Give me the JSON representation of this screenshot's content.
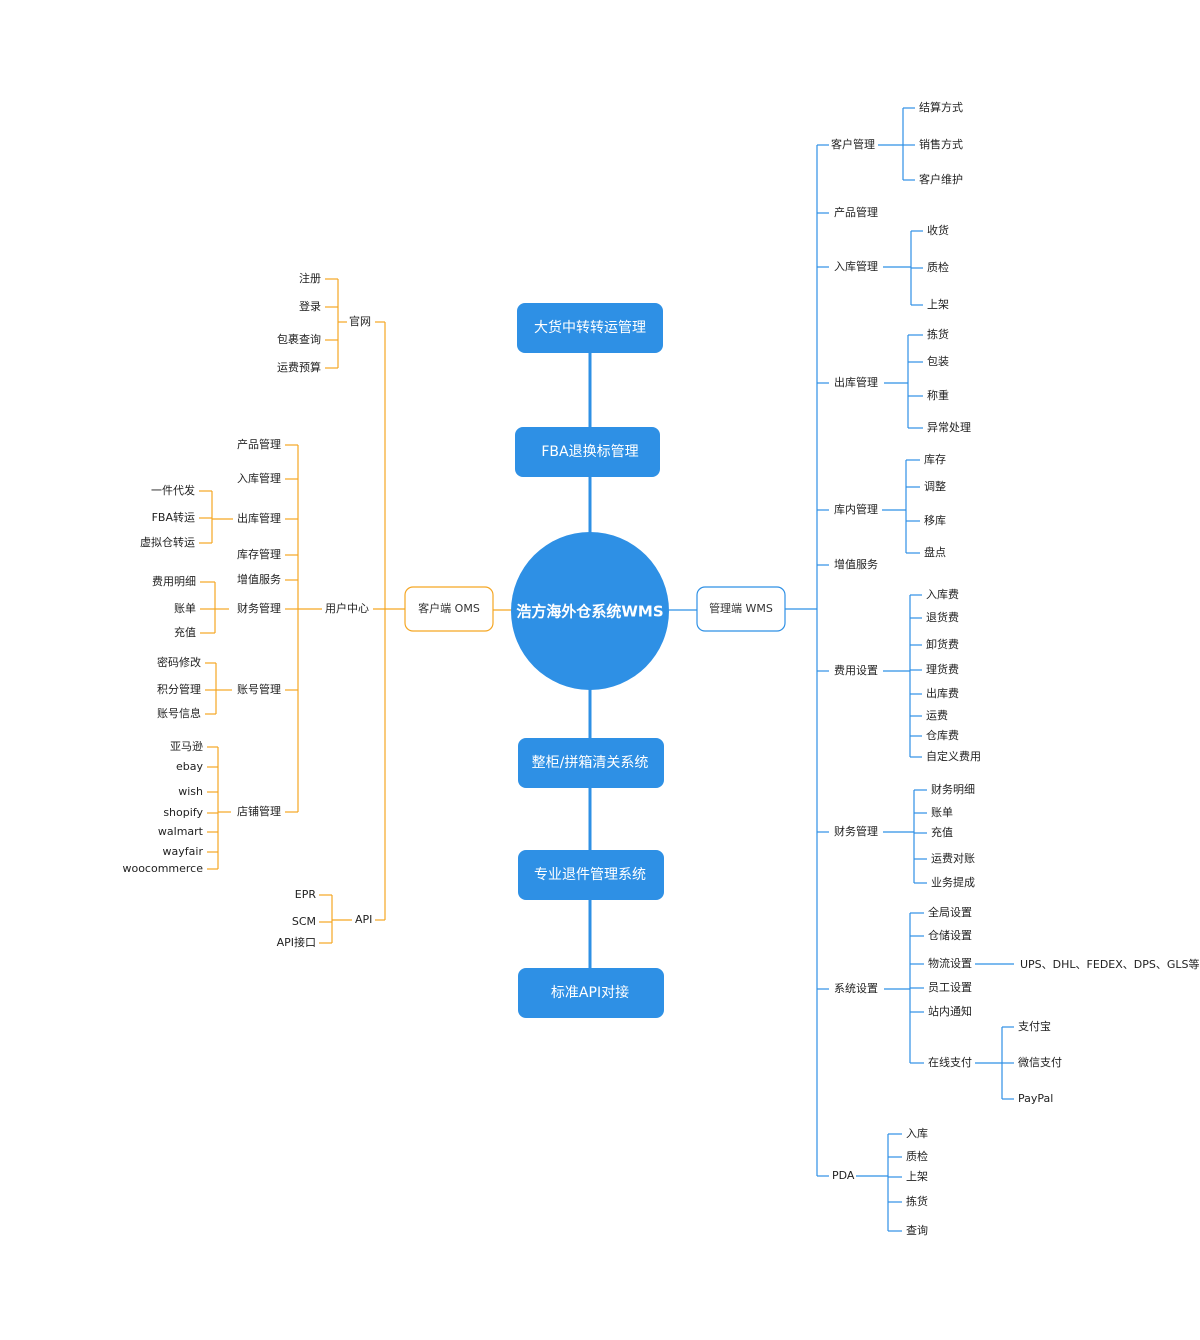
{
  "center": {
    "label": "浩方海外仓系统WMS"
  },
  "modules": [
    {
      "label": "大货中转转运管理"
    },
    {
      "label": "FBA退换标管理"
    },
    {
      "label": "整柜/拼箱清关系统"
    },
    {
      "label": "专业退件管理系统"
    },
    {
      "label": "标准API对接"
    }
  ],
  "left_branch": {
    "label": "客户端 OMS",
    "children": [
      {
        "label": "官网",
        "children": [
          {
            "label": "注册"
          },
          {
            "label": "登录"
          },
          {
            "label": "包裹查询"
          },
          {
            "label": "运费预算"
          }
        ]
      },
      {
        "label": "用户中心",
        "children": [
          {
            "label": "产品管理",
            "children": []
          },
          {
            "label": "入库管理",
            "children": []
          },
          {
            "label": "出库管理",
            "children": [
              {
                "label": "一件代发"
              },
              {
                "label": "FBA转运"
              },
              {
                "label": "虚拟仓转运"
              }
            ]
          },
          {
            "label": "库存管理",
            "children": []
          },
          {
            "label": "增值服务",
            "children": []
          },
          {
            "label": "财务管理",
            "children": [
              {
                "label": "费用明细"
              },
              {
                "label": "账单"
              },
              {
                "label": "充值"
              }
            ]
          },
          {
            "label": "账号管理",
            "children": [
              {
                "label": "密码修改"
              },
              {
                "label": "积分管理"
              },
              {
                "label": "账号信息"
              }
            ]
          },
          {
            "label": "店铺管理",
            "children": [
              {
                "label": "亚马逊"
              },
              {
                "label": "ebay"
              },
              {
                "label": "wish"
              },
              {
                "label": "shopify"
              },
              {
                "label": "walmart"
              },
              {
                "label": "wayfair"
              },
              {
                "label": "woocommerce"
              }
            ]
          }
        ]
      },
      {
        "label": "API",
        "children": [
          {
            "label": "EPR"
          },
          {
            "label": "SCM"
          },
          {
            "label": "API接口"
          }
        ]
      }
    ]
  },
  "right_branch": {
    "label": "管理端 WMS",
    "children": [
      {
        "label": "客户管理",
        "children": [
          {
            "label": "结算方式"
          },
          {
            "label": "销售方式"
          },
          {
            "label": "客户维护"
          }
        ]
      },
      {
        "label": "产品管理",
        "children": []
      },
      {
        "label": "入库管理",
        "children": [
          {
            "label": "收货"
          },
          {
            "label": "质检"
          },
          {
            "label": "上架"
          }
        ]
      },
      {
        "label": "出库管理",
        "children": [
          {
            "label": "拣货"
          },
          {
            "label": "包装"
          },
          {
            "label": "称重"
          },
          {
            "label": "异常处理"
          }
        ]
      },
      {
        "label": "库内管理",
        "children": [
          {
            "label": "库存"
          },
          {
            "label": "调整"
          },
          {
            "label": "移库"
          },
          {
            "label": "盘点"
          }
        ]
      },
      {
        "label": "增值服务",
        "children": []
      },
      {
        "label": "费用设置",
        "children": [
          {
            "label": "入库费"
          },
          {
            "label": "退货费"
          },
          {
            "label": "卸货费"
          },
          {
            "label": "理货费"
          },
          {
            "label": "出库费"
          },
          {
            "label": "运费"
          },
          {
            "label": "仓库费"
          },
          {
            "label": "自定义费用"
          }
        ]
      },
      {
        "label": "财务管理",
        "children": [
          {
            "label": "财务明细"
          },
          {
            "label": "账单"
          },
          {
            "label": "充值"
          },
          {
            "label": "运费对账"
          },
          {
            "label": "业务提成"
          }
        ]
      },
      {
        "label": "系统设置",
        "children": [
          {
            "label": "全局设置"
          },
          {
            "label": "仓储设置"
          },
          {
            "label": "物流设置",
            "children": [
              {
                "label": "UPS、DHL、FEDEX、DPS、GLS等"
              }
            ]
          },
          {
            "label": "员工设置"
          },
          {
            "label": "站内通知"
          },
          {
            "label": "在线支付",
            "children": [
              {
                "label": "支付宝"
              },
              {
                "label": "微信支付"
              },
              {
                "label": "PayPal"
              }
            ]
          }
        ]
      },
      {
        "label": "PDA",
        "children": [
          {
            "label": "入库"
          },
          {
            "label": "质检"
          },
          {
            "label": "上架"
          },
          {
            "label": "拣货"
          },
          {
            "label": "查询"
          }
        ]
      }
    ]
  },
  "colors": {
    "blue": "#2e90e5",
    "orange": "#f5a623",
    "text": "#222222"
  }
}
